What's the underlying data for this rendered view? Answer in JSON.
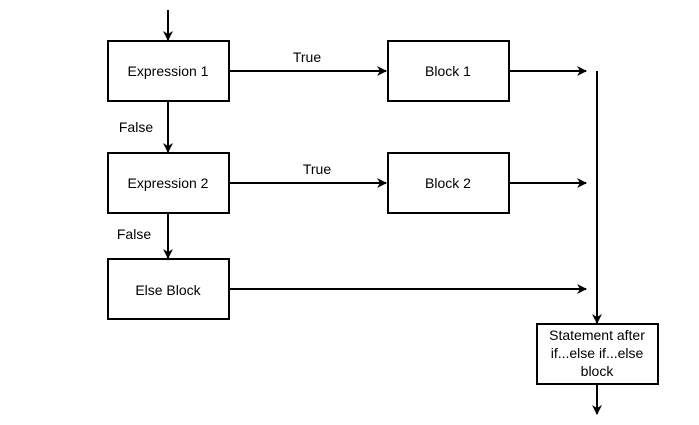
{
  "nodes": {
    "expression1": "Expression 1",
    "block1": "Block 1",
    "expression2": "Expression 2",
    "block2": "Block 2",
    "else_block": "Else Block",
    "statement_after": [
      "Statement after",
      "if...else if...else",
      "block"
    ]
  },
  "edges": {
    "expr1_true": "True",
    "expr1_false": "False",
    "expr2_true": "True",
    "expr2_false": "False"
  }
}
